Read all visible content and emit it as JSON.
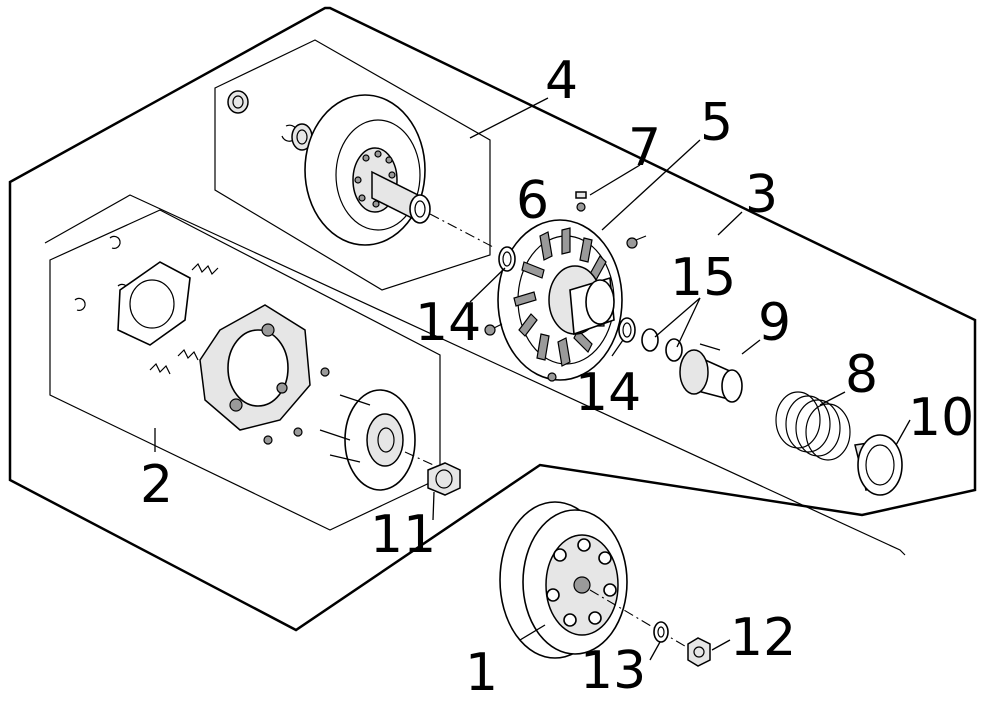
{
  "callouts": {
    "c1": "1",
    "c2": "2",
    "c3": "3",
    "c4": "4",
    "c5": "5",
    "c6": "6",
    "c7": "7",
    "c8": "8",
    "c9": "9",
    "c10": "10",
    "c11": "11",
    "c12": "12",
    "c13": "13",
    "c14a": "14",
    "c14b": "14",
    "c15": "15"
  }
}
